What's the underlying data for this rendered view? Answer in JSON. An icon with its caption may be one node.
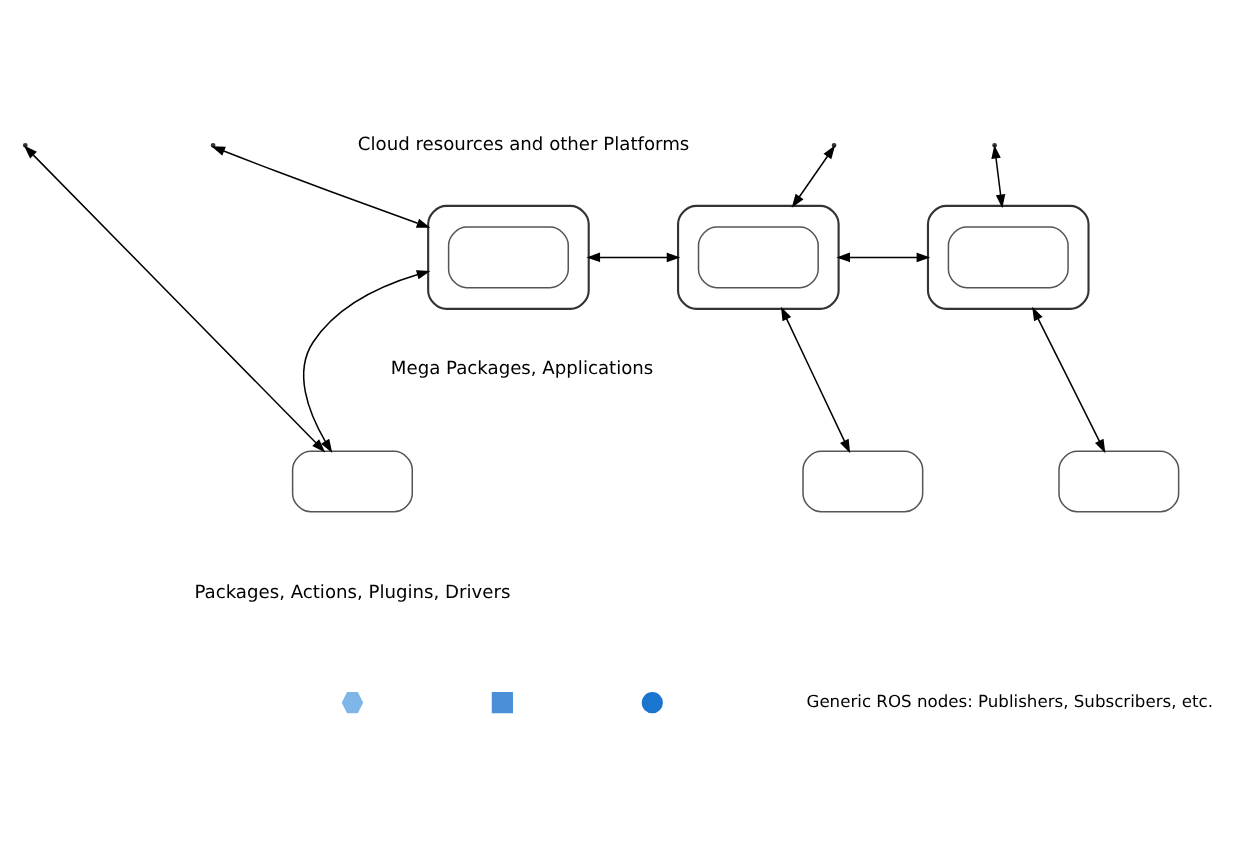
{
  "diagram": {
    "nodes": [
      {
        "text": [],
        "shape": "cloud"
      },
      {
        "text": [],
        "shape": "dome",
        "in": 0
      },
      {
        "text": [],
        "shape": "cloud"
      },
      {
        "text": [],
        "shape": "dome",
        "in": 2
      },
      {
        "text": [],
        "shape": "cloud"
      },
      {
        "text": [],
        "shape": "dome",
        "in": 4
      },
      {
        "text": [],
        "shape": "dome"
      },
      {
        "text": [],
        "shape": "dome"
      },
      {
        "text": [],
        "shape": "dome"
      }
    ],
    "edges": [
      {
        "from": null,
        "to": 6,
        "arrow": "both"
      },
      {
        "from": null,
        "to": 0,
        "arrow": "both"
      },
      {
        "from": null,
        "to": 2,
        "arrow": "both"
      },
      {
        "from": null,
        "to": 4,
        "arrow": "both"
      },
      {
        "from": 0,
        "to": 2,
        "arrow": "both"
      },
      {
        "from": 2,
        "to": 4,
        "arrow": "both"
      },
      {
        "from": 0,
        "to": 6,
        "arrow": "both"
      },
      {
        "from": 2,
        "to": 7,
        "arrow": "both"
      },
      {
        "from": 4,
        "to": 8,
        "arrow": "both"
      }
    ],
    "labels": [
      "Cloud resources and other Platforms",
      "Mega Packages, Applications",
      "Packages, Actions, Plugins, Drivers"
    ],
    "legend": [
      {
        "text": "Generic ROS nodes: Publishers, Subscribers, etc."
      }
    ]
  }
}
